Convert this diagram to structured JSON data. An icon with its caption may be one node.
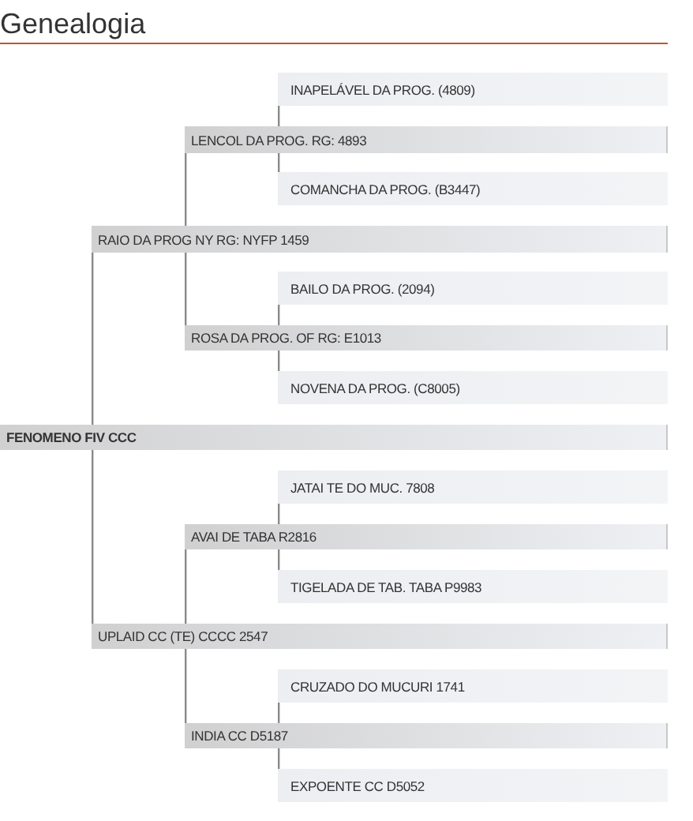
{
  "diagram": {
    "title": "Genealogia",
    "nodes": [
      {
        "text": [
          "INAPELÁVEL DA PROG. (4809)"
        ]
      },
      {
        "text": [
          "LENCOL DA PROG. RG: 4893"
        ]
      },
      {
        "text": [
          "COMANCHA DA PROG. (B3447)"
        ]
      },
      {
        "text": [
          "RAIO DA PROG NY RG: NYFP 1459"
        ]
      },
      {
        "text": [
          "BAILO DA PROG. (2094)"
        ]
      },
      {
        "text": [
          "ROSA DA PROG. OF RG: E1013"
        ]
      },
      {
        "text": [
          "NOVENA DA PROG. (C8005)"
        ]
      },
      {
        "text": [
          "FENOMENO FIV CCC"
        ]
      },
      {
        "text": [
          "JATAI TE DO MUC. 7808"
        ]
      },
      {
        "text": [
          "AVAI DE TABA R2816"
        ]
      },
      {
        "text": [
          "TIGELADA DE TAB. TABA P9983"
        ]
      },
      {
        "text": [
          "UPLAID CC (TE) CCCC 2547"
        ]
      },
      {
        "text": [
          "CRUZADO DO MUCURI 1741"
        ]
      },
      {
        "text": [
          "INDIA CC D5187"
        ]
      },
      {
        "text": [
          "EXPOENTE CC D5052"
        ]
      }
    ],
    "edges": [
      {
        "from": 7,
        "to": 3,
        "arrow": "none"
      },
      {
        "from": 7,
        "to": 11,
        "arrow": "none"
      },
      {
        "from": 3,
        "to": 1,
        "arrow": "none"
      },
      {
        "from": 3,
        "to": 5,
        "arrow": "none"
      },
      {
        "from": 1,
        "to": 0,
        "arrow": "none"
      },
      {
        "from": 1,
        "to": 2,
        "arrow": "none"
      },
      {
        "from": 5,
        "to": 4,
        "arrow": "none"
      },
      {
        "from": 5,
        "to": 6,
        "arrow": "none"
      },
      {
        "from": 11,
        "to": 9,
        "arrow": "none"
      },
      {
        "from": 11,
        "to": 13,
        "arrow": "none"
      },
      {
        "from": 9,
        "to": 8,
        "arrow": "none"
      },
      {
        "from": 9,
        "to": 10,
        "arrow": "none"
      },
      {
        "from": 13,
        "to": 12,
        "arrow": "none"
      },
      {
        "from": 13,
        "to": 14,
        "arrow": "none"
      }
    ]
  }
}
